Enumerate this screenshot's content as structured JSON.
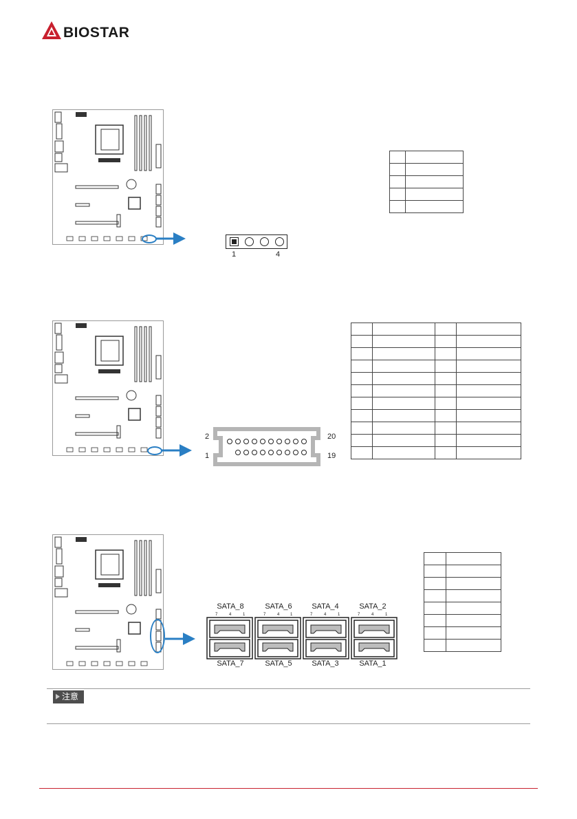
{
  "header": {
    "logo_text": "BIOSTAR",
    "brand_color": "#c8202e"
  },
  "connector_1": {
    "pin_first": "1",
    "pin_last": "4",
    "table_rows": 5
  },
  "connector_2": {
    "label_top_left": "2",
    "label_top_right": "20",
    "label_bottom_left": "1",
    "label_bottom_right": "19",
    "table_rows": 11
  },
  "connector_3": {
    "top_labels": [
      "SATA_8",
      "SATA_6",
      "SATA_4",
      "SATA_2"
    ],
    "bottom_labels": [
      "SATA_7",
      "SATA_5",
      "SATA_3",
      "SATA_1"
    ],
    "pin_numbers": [
      "7",
      "4",
      "1"
    ],
    "table_rows": 8
  },
  "note": {
    "label": "注意"
  },
  "colors": {
    "callout": "#2a7fc4",
    "footer_line": "#c8202e"
  }
}
